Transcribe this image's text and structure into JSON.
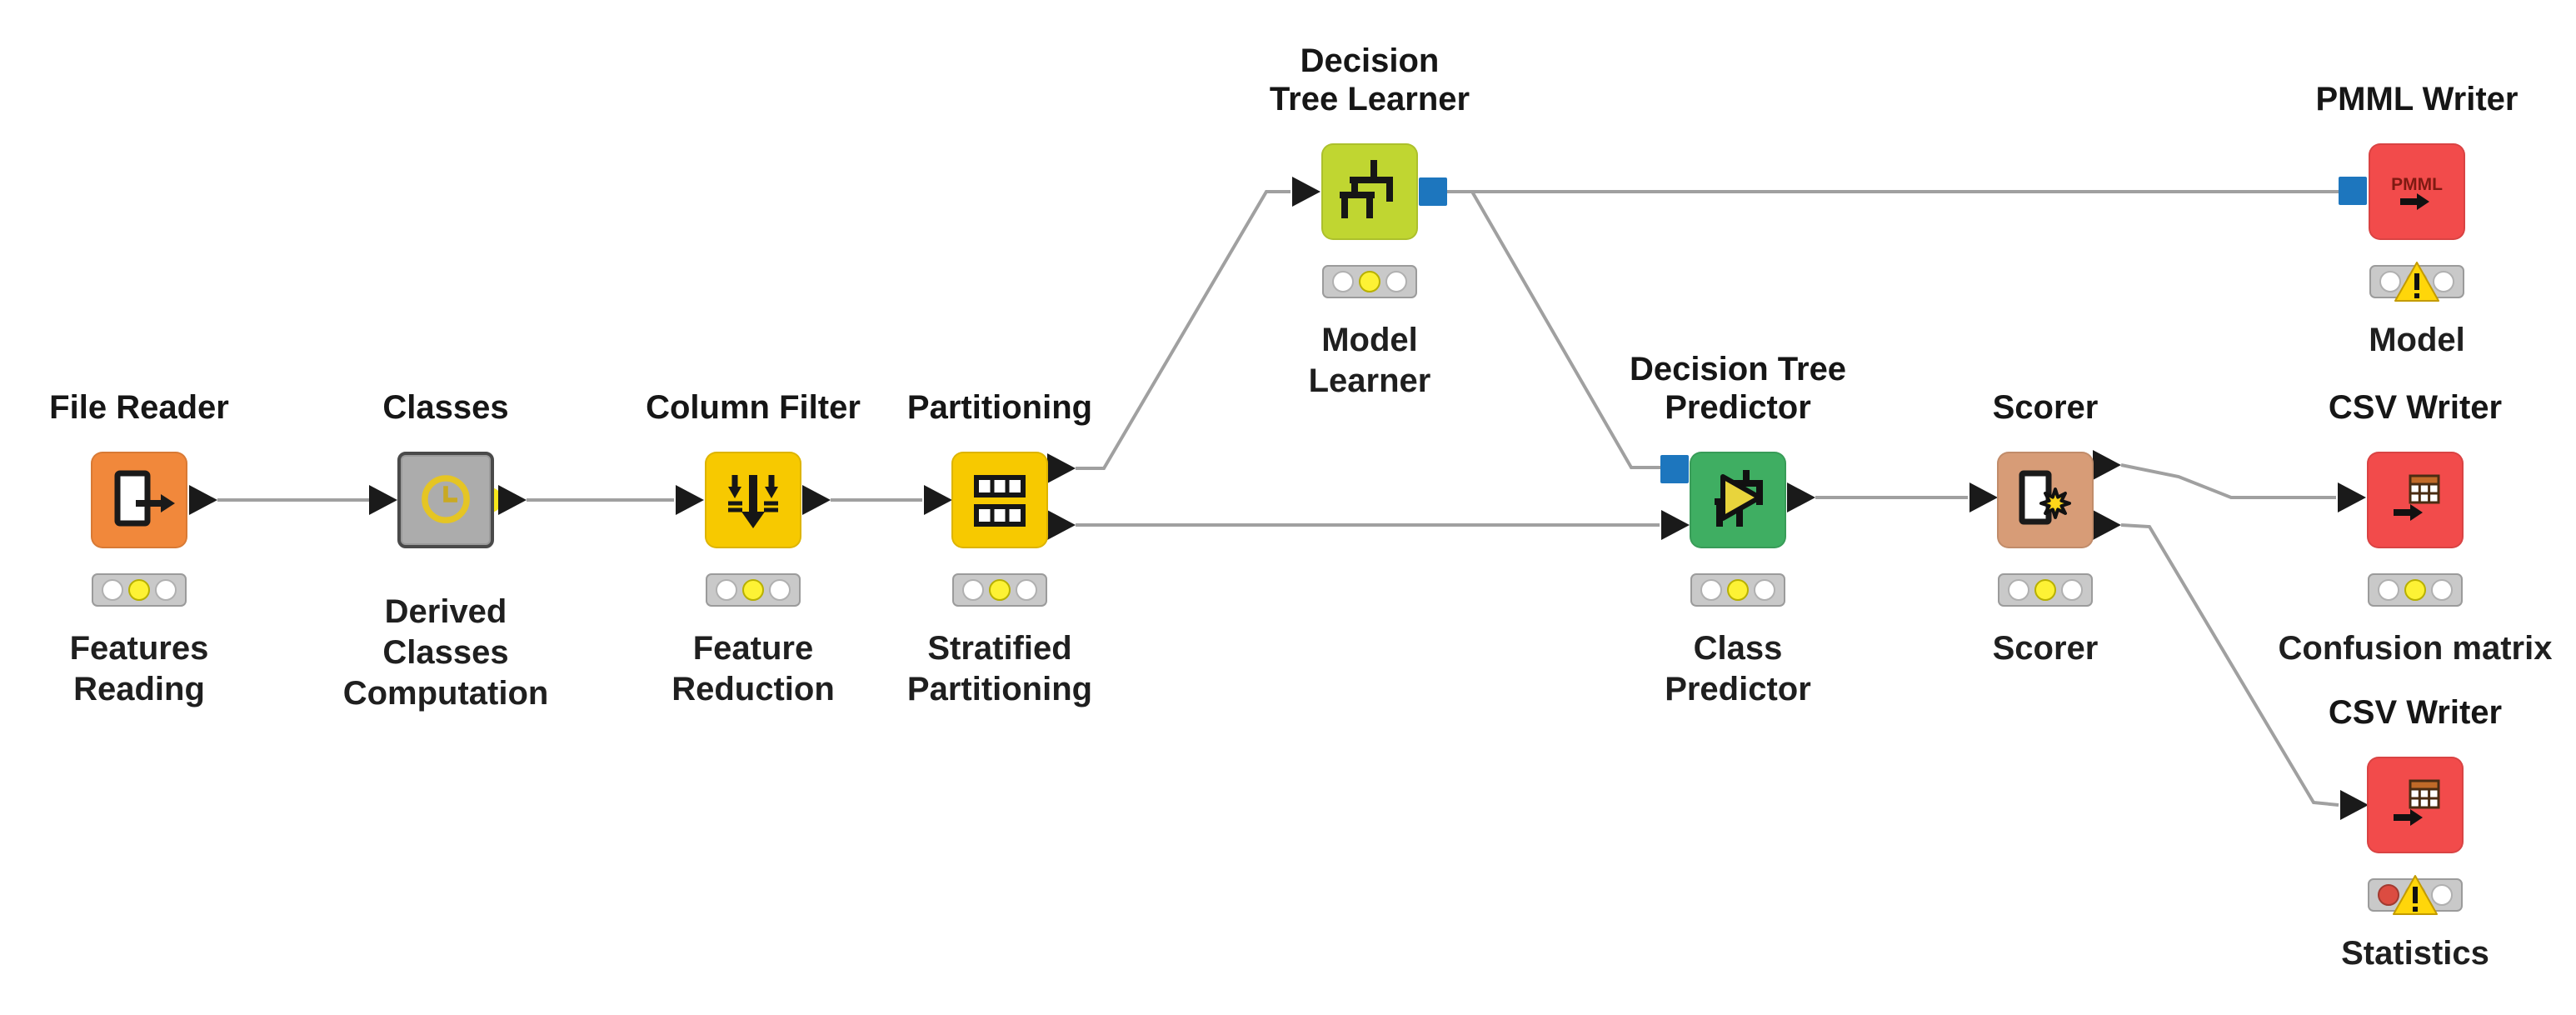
{
  "workflow": {
    "tool": "node workflow canvas",
    "background": "#ffffff"
  },
  "colors": {
    "node_orange": "#F1883B",
    "node_gray": "#ACACAC",
    "node_yellow": "#F7C900",
    "node_lime": "#C0D631",
    "node_green": "#3FAE62",
    "node_tan": "#D79C77",
    "node_red": "#F24B4B",
    "port_blue": "#1D76BE",
    "flow_variable_yellow": "#F8E71C",
    "wire_gray": "#A0A0A0",
    "status_yellow": "#FDF235",
    "status_red": "#DC4C41",
    "warning_yellow": "#FFD60A"
  },
  "nodes": {
    "file_reader": {
      "title": "File Reader",
      "caption": "Features\nReading",
      "color": "#F1883B",
      "icon": "document-export-icon",
      "status": "configured-yellow"
    },
    "classes": {
      "title": "Classes",
      "caption": "Derived\nClasses\nComputation",
      "color": "#ACACAC",
      "icon": "clock-icon",
      "status": "none"
    },
    "column_filter": {
      "title": "Column Filter",
      "caption": "Feature\nReduction",
      "color": "#F7C900",
      "icon": "filter-arrows-icon",
      "status": "configured-yellow"
    },
    "partitioning": {
      "title": "Partitioning",
      "caption": "Stratified\nPartitioning",
      "color": "#F7C900",
      "icon": "split-table-icon",
      "status": "configured-yellow"
    },
    "dt_learner": {
      "title": "Decision\nTree Learner",
      "caption": "Model\nLearner",
      "color": "#C0D631",
      "icon": "decision-tree-icon",
      "status": "configured-yellow"
    },
    "dt_predictor": {
      "title": "Decision Tree\nPredictor",
      "caption": "Class\nPredictor",
      "color": "#3FAE62",
      "icon": "tree-play-icon",
      "status": "configured-yellow"
    },
    "scorer": {
      "title": "Scorer",
      "caption": "Scorer",
      "color": "#D79C77",
      "icon": "document-star-icon",
      "status": "configured-yellow"
    },
    "pmml_writer": {
      "title": "PMML Writer",
      "caption": "Model",
      "color": "#F24B4B",
      "icon": "pmml-export-icon",
      "icon_text": "PMML",
      "status": "configured-warning"
    },
    "csv_writer_confusion": {
      "title": "CSV Writer",
      "caption": "Confusion matrix",
      "color": "#F24B4B",
      "icon": "spreadsheet-export-icon",
      "status": "configured-yellow"
    },
    "csv_writer_statistics": {
      "title": "CSV Writer",
      "caption": "Statistics",
      "color": "#F24B4B",
      "icon": "spreadsheet-export-icon",
      "status": "error-warning"
    }
  },
  "connections": [
    {
      "from": "file_reader",
      "to": "classes"
    },
    {
      "from": "classes",
      "to": "column_filter"
    },
    {
      "from": "column_filter",
      "to": "partitioning"
    },
    {
      "from": "partitioning",
      "port": "top",
      "to": "dt_learner"
    },
    {
      "from": "partitioning",
      "port": "bottom",
      "to": "dt_predictor"
    },
    {
      "from": "dt_learner",
      "to": "pmml_writer"
    },
    {
      "from": "dt_learner",
      "to": "dt_predictor"
    },
    {
      "from": "dt_predictor",
      "to": "scorer"
    },
    {
      "from": "scorer",
      "port": "top",
      "to": "csv_writer_confusion"
    },
    {
      "from": "scorer",
      "port": "bottom",
      "to": "csv_writer_statistics"
    }
  ]
}
